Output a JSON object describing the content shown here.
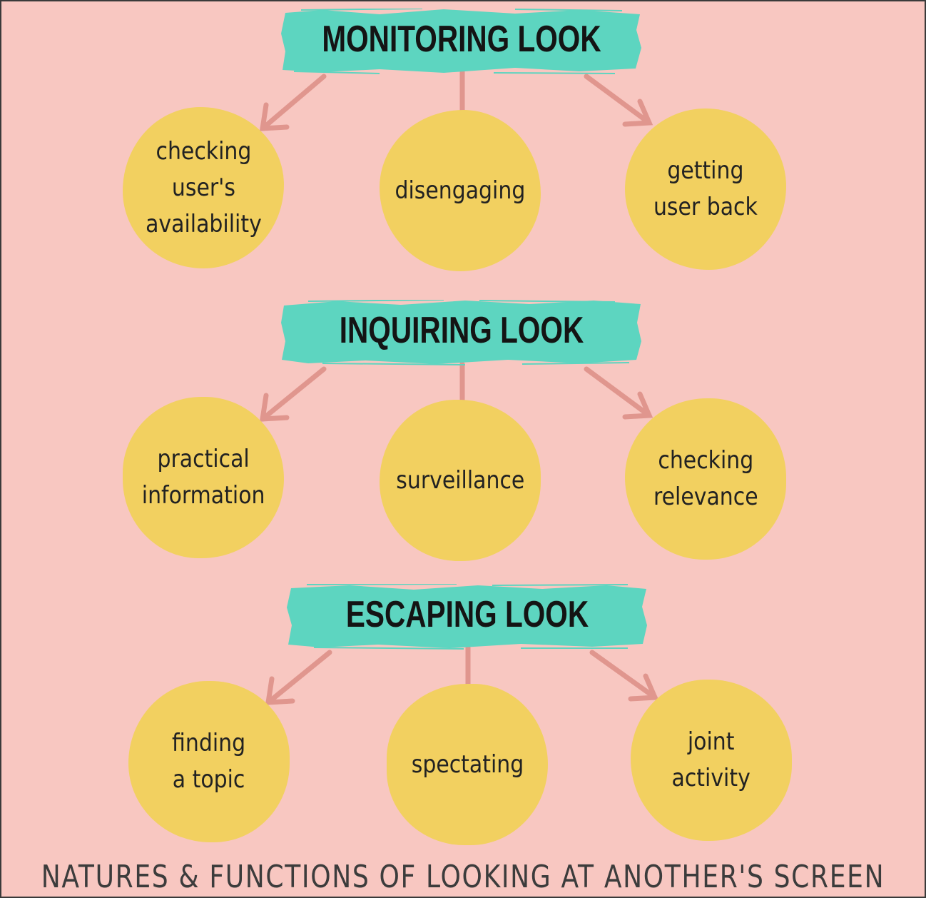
{
  "colors": {
    "background": "#f8c7c1",
    "banner": "#5dd5c0",
    "circle": "#f2d060",
    "arrow": "#e0968e",
    "text": "#141414"
  },
  "sections": [
    {
      "title": "MONITORING LOOK",
      "items": [
        "checking\nuser's\navailability",
        "disengaging",
        "getting\nuser back"
      ]
    },
    {
      "title": "INQUIRING LOOK",
      "items": [
        "practical\ninformation",
        "surveillance",
        "checking\nrelevance"
      ]
    },
    {
      "title": "ESCAPING LOOK",
      "items": [
        "finding\na topic",
        "spectating",
        "joint\nactivity"
      ]
    }
  ],
  "footer": "NATURES & FUNCTIONS OF LOOKING AT ANOTHER'S SCREEN"
}
